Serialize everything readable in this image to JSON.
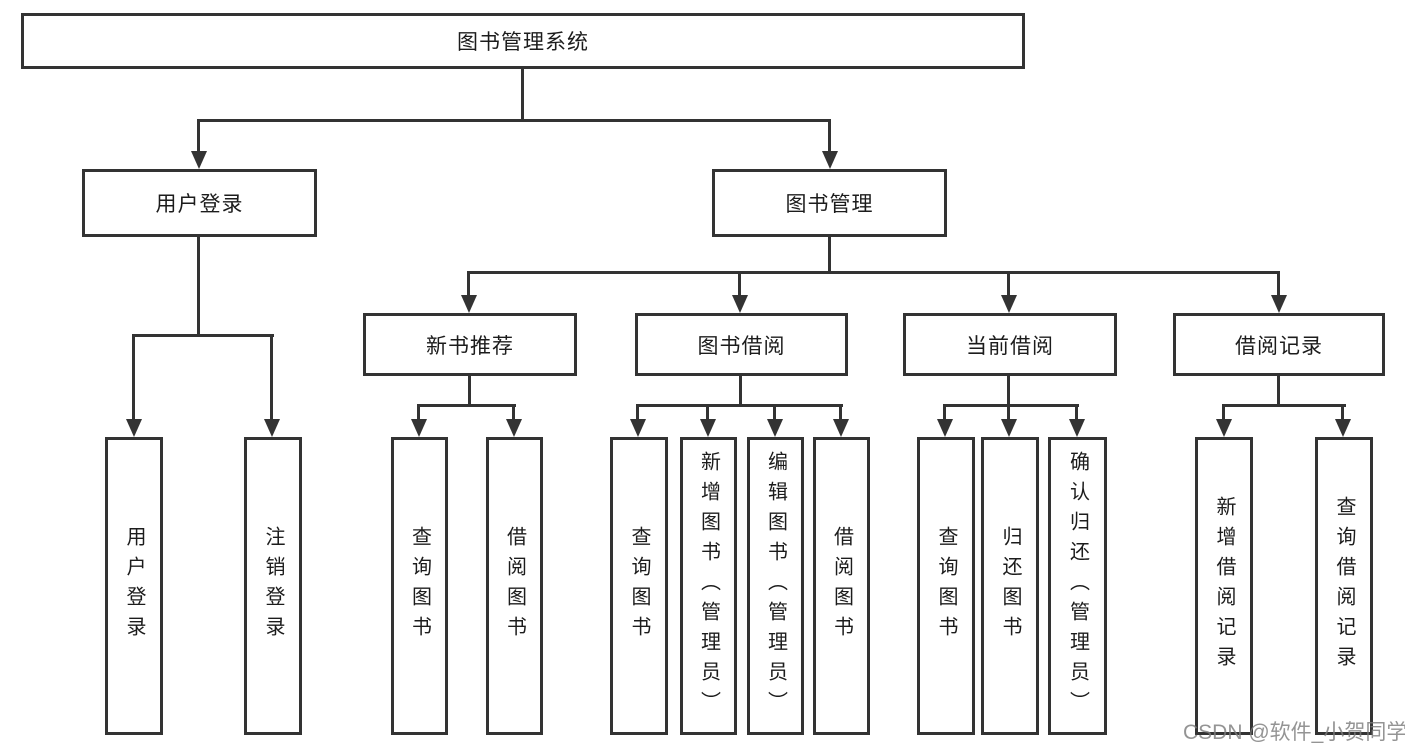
{
  "diagram": {
    "root_label": "图书管理系统",
    "branches": [
      {
        "label": "用户登录",
        "children": [
          "用户登录",
          "注销登录"
        ]
      },
      {
        "label": "图书管理",
        "sections": [
          {
            "label": "新书推荐",
            "children": [
              "查询图书",
              "借阅图书"
            ]
          },
          {
            "label": "图书借阅",
            "children": [
              "查询图书",
              "新增图书（管理员）",
              "编辑图书（管理员）",
              "借阅图书"
            ]
          },
          {
            "label": "当前借阅",
            "children": [
              "查询图书",
              "归还图书",
              "确认归还（管理员）"
            ]
          },
          {
            "label": "借阅记录",
            "children": [
              "新增借阅记录",
              "查询借阅记录"
            ]
          }
        ]
      }
    ]
  },
  "icons": {
    "arrowhead": "triangle-down"
  },
  "watermark": "CSDN @软件_小贺同学",
  "colors": {
    "line": "#333333",
    "text": "#1c1c1c",
    "watermark": "#9a9a9a",
    "background": "#ffffff"
  }
}
